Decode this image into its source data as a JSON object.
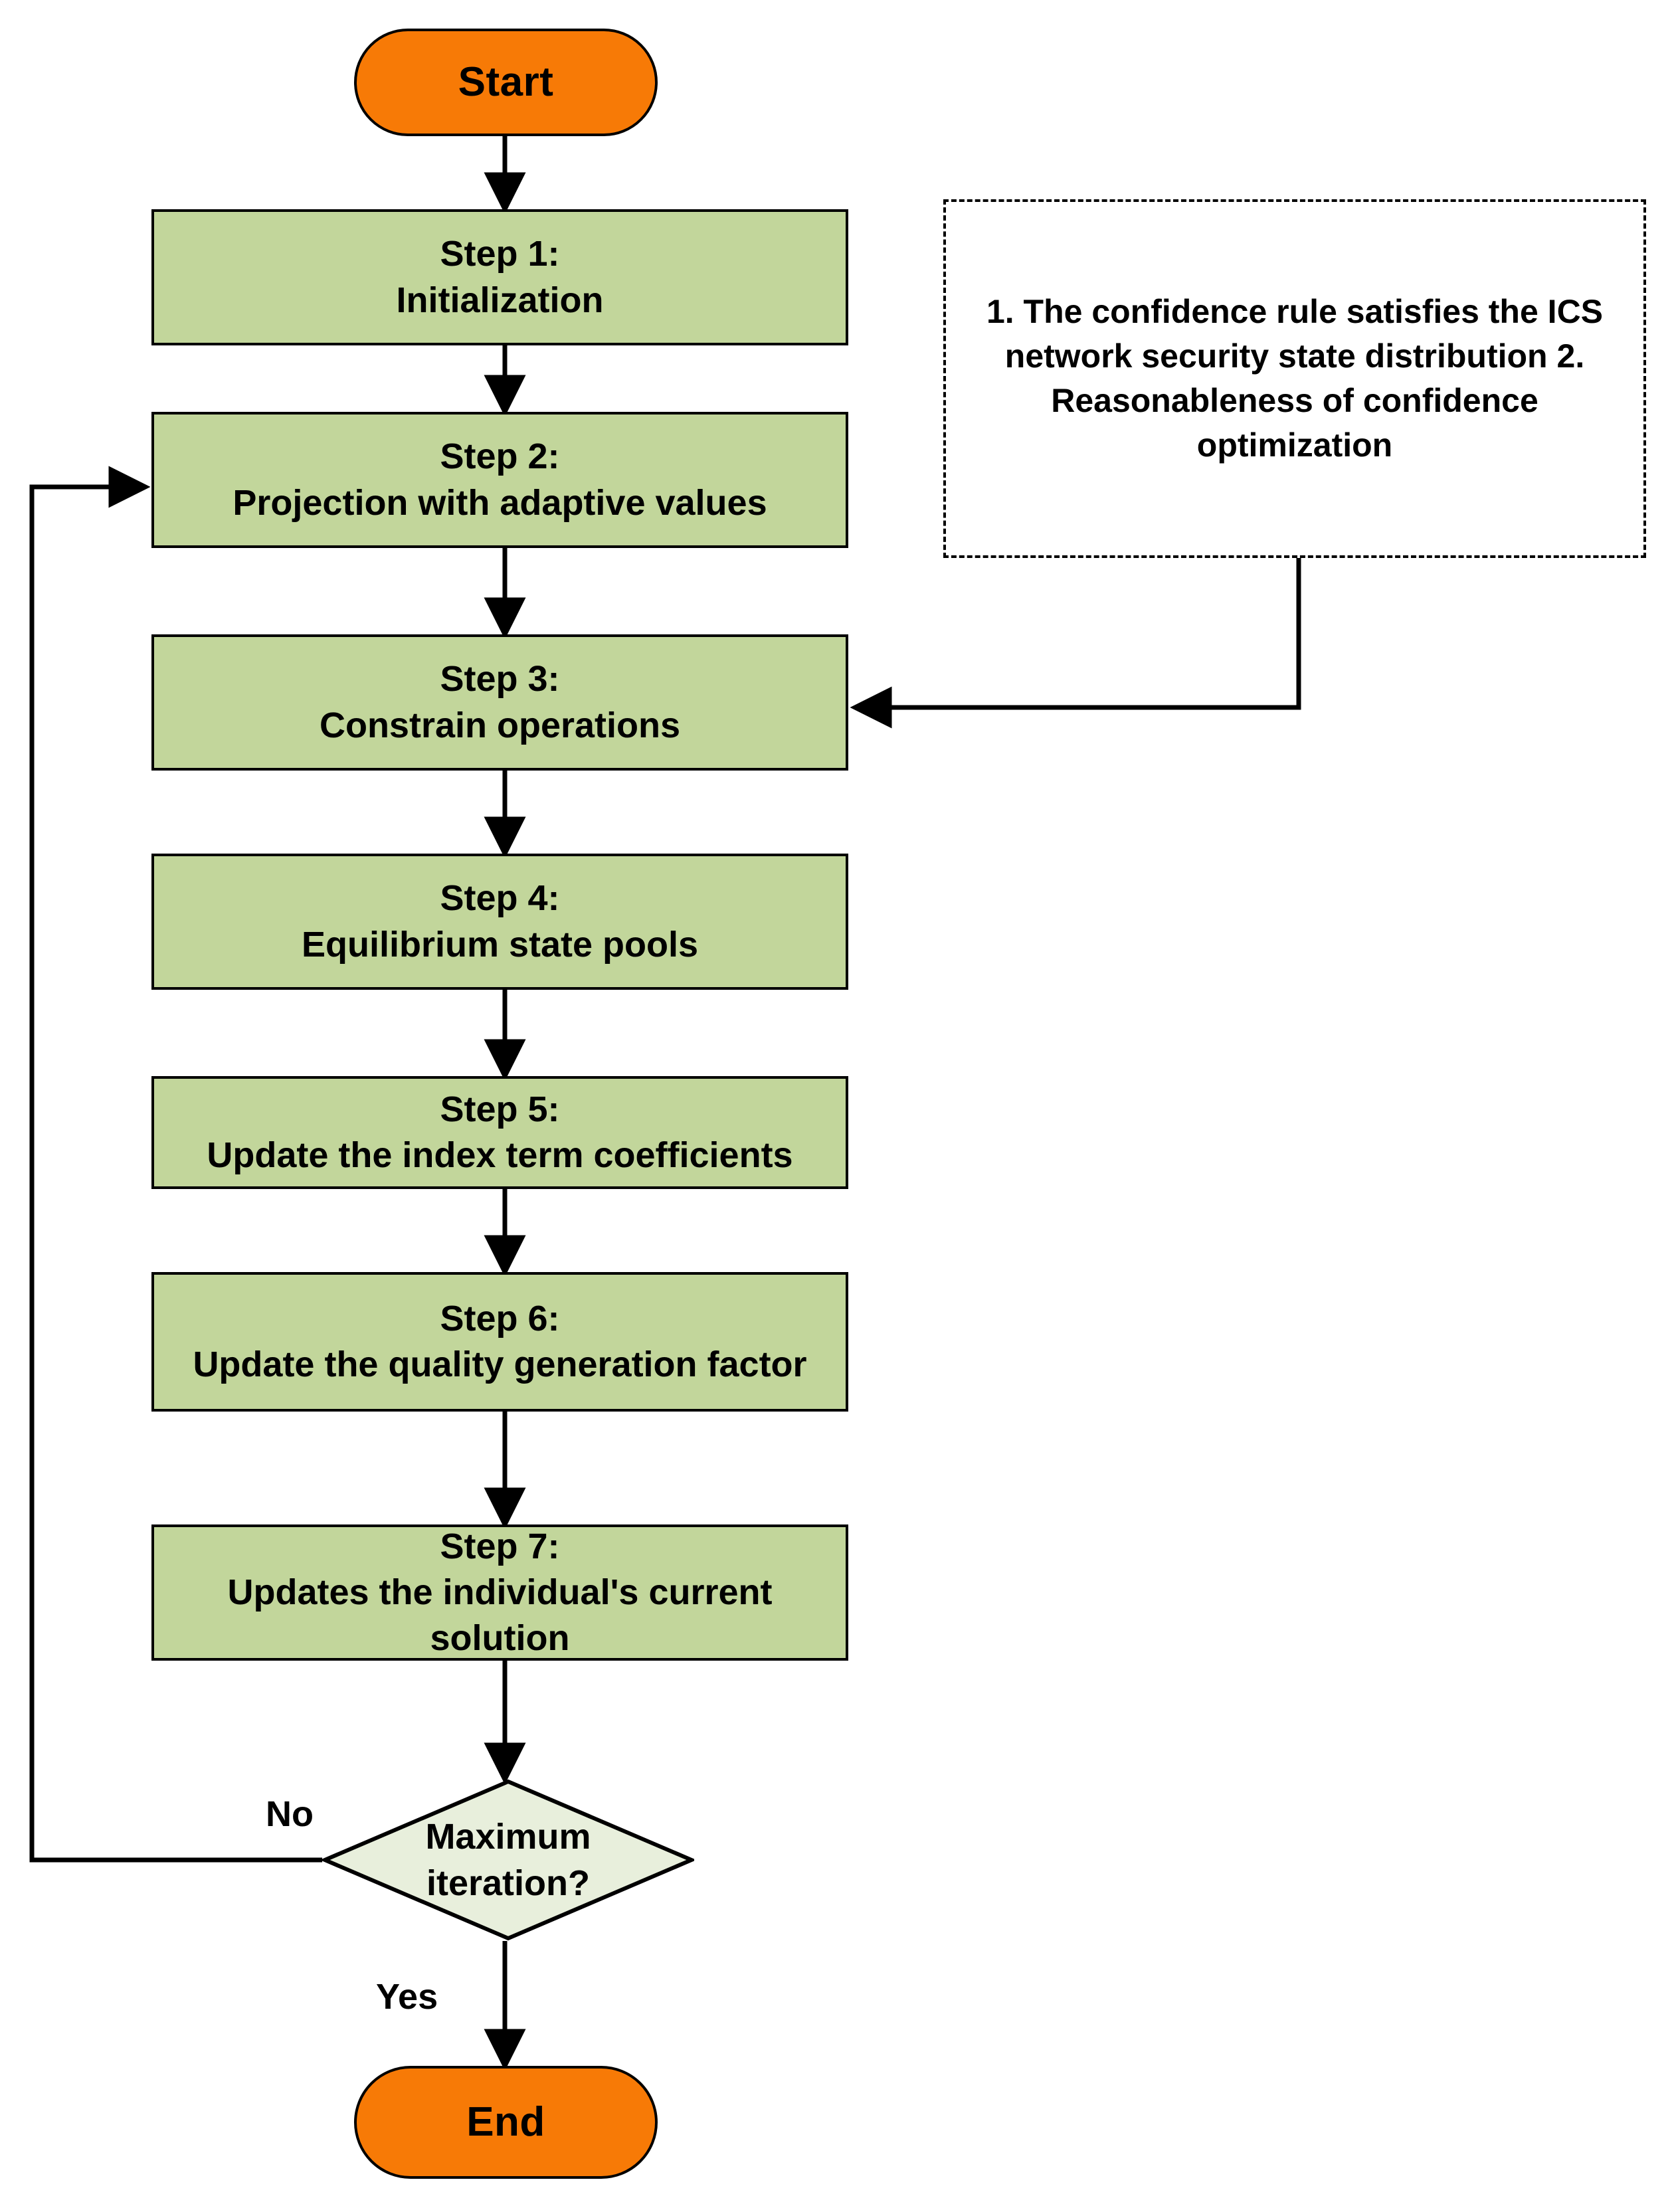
{
  "diagram": {
    "title": "Algorithm flowchart",
    "colors": {
      "terminator_fill": "#f77a06",
      "process_fill": "#c2d69b",
      "decision_fill": "#e8efdc",
      "note_fill": "#ffffff",
      "stroke": "#000000",
      "background": "#ffffff"
    }
  },
  "nodes": {
    "start": {
      "label": "Start",
      "shape": "terminator"
    },
    "step1": {
      "line1": "Step 1:",
      "line2": "Initialization",
      "shape": "process"
    },
    "step2": {
      "line1": "Step 2:",
      "line2": "Projection with adaptive values",
      "shape": "process"
    },
    "step3": {
      "line1": "Step 3:",
      "line2": "Constrain operations",
      "shape": "process"
    },
    "step4": {
      "line1": "Step 4:",
      "line2": "Equilibrium state pools",
      "shape": "process"
    },
    "step5": {
      "line1": "Step 5:",
      "line2": "Update the index term coefficients",
      "shape": "process"
    },
    "step6": {
      "line1": "Step 6:",
      "line2": "Update the quality generation factor",
      "shape": "process"
    },
    "step7": {
      "line1": "Step 7:",
      "line2": "Updates the individual's current solution",
      "shape": "process"
    },
    "decision": {
      "line1": "Maximum",
      "line2": "iteration?",
      "shape": "diamond"
    },
    "end": {
      "label": "End",
      "shape": "terminator"
    },
    "note": {
      "shape": "note-dashed",
      "item1": "1. The confidence rule satisfies the ICS network security state distribution",
      "item2": "2. Reasonableness of confidence optimization"
    }
  },
  "edges": {
    "no_label": "No",
    "yes_label": "Yes"
  }
}
